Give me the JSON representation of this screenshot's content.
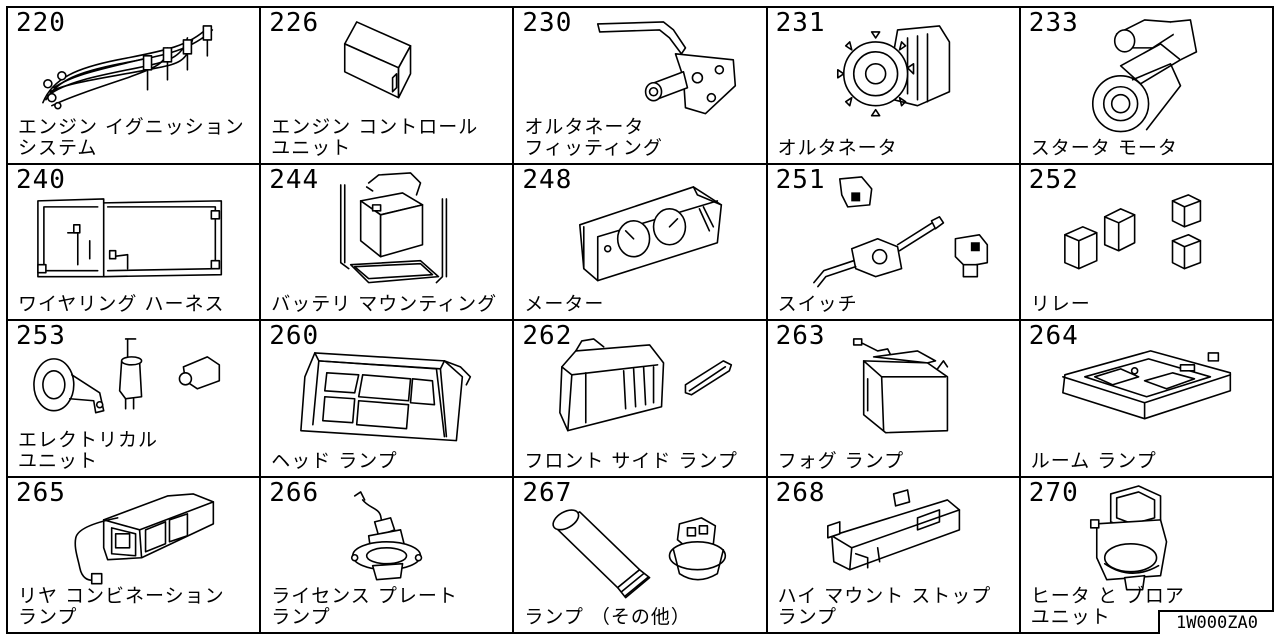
{
  "catalog_code": "1W000ZA0",
  "cells": [
    {
      "number": "220",
      "label": "エンジン イグニッション\nシステム",
      "icon": "ignition-harness-icon"
    },
    {
      "number": "226",
      "label": "エンジン コントロール\nユニット",
      "icon": "control-unit-icon"
    },
    {
      "number": "230",
      "label": "オルタネータ\nフィッティング",
      "icon": "alternator-bracket-icon"
    },
    {
      "number": "231",
      "label": "オルタネータ",
      "icon": "alternator-icon"
    },
    {
      "number": "233",
      "label": "スタータ モータ",
      "icon": "starter-motor-icon"
    },
    {
      "number": "240",
      "label": "ワイヤリング ハーネス",
      "icon": "wiring-harness-icon"
    },
    {
      "number": "244",
      "label": "バッテリ マウンティング",
      "icon": "battery-mount-icon"
    },
    {
      "number": "248",
      "label": "メーター",
      "icon": "meter-cluster-icon"
    },
    {
      "number": "251",
      "label": "スイッチ",
      "icon": "switch-icon"
    },
    {
      "number": "252",
      "label": "リレー",
      "icon": "relay-icon"
    },
    {
      "number": "253",
      "label": "エレクトリカル\nユニット",
      "icon": "horn-icon"
    },
    {
      "number": "260",
      "label": "ヘッド ランプ",
      "icon": "headlamp-icon"
    },
    {
      "number": "262",
      "label": "フロント サイド ランプ",
      "icon": "side-lamp-icon"
    },
    {
      "number": "263",
      "label": "フォグ ランプ",
      "icon": "fog-lamp-icon"
    },
    {
      "number": "264",
      "label": "ルーム ランプ",
      "icon": "room-lamp-icon"
    },
    {
      "number": "265",
      "label": "リヤ コンビネーション\nランプ",
      "icon": "rear-combination-lamp-icon"
    },
    {
      "number": "266",
      "label": "ライセンス プレート\nランプ",
      "icon": "license-lamp-icon"
    },
    {
      "number": "267",
      "label": "ランプ （その他）",
      "icon": "bulb-icon"
    },
    {
      "number": "268",
      "label": "ハイ マウント ストップ\nランプ",
      "icon": "high-mount-stop-lamp-icon"
    },
    {
      "number": "270",
      "label": "ヒータ と ブロア\nユニット",
      "icon": "heater-blower-icon"
    }
  ]
}
